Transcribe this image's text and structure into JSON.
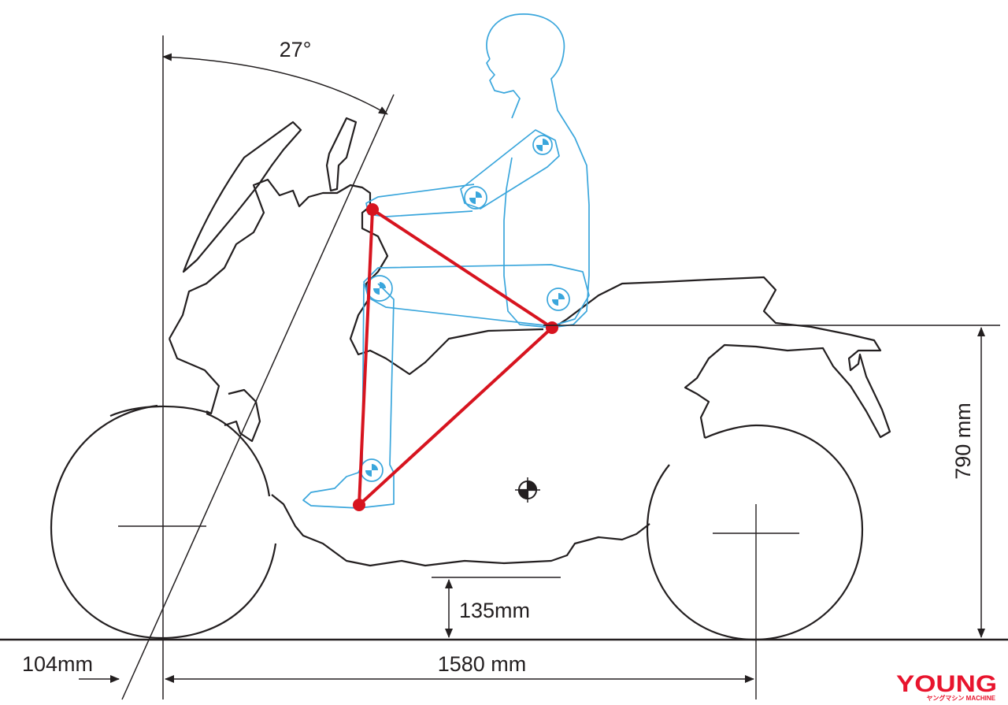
{
  "dimensions": {
    "rake_angle": "27°",
    "seat_height": "790 mm",
    "ground_clearance": "135mm",
    "wheelbase": "1580 mm",
    "trail": "104mm"
  },
  "logo": {
    "main": "YOUNG",
    "sub": "ヤングマシン MACHINE"
  },
  "colors": {
    "outline": "#231f20",
    "rider": "#3aa6dc",
    "triangle": "#d7141f",
    "logo": "#e8142d"
  }
}
